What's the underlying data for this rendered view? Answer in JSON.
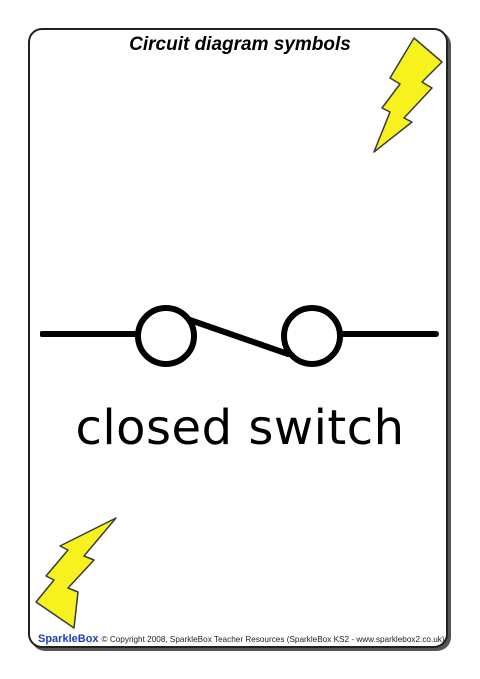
{
  "title": "Circuit diagram symbols",
  "symbol": {
    "label": "closed switch",
    "icon": "closed-switch-symbol-icon"
  },
  "decorations": {
    "top_icon": "lightning-bolt-icon",
    "bottom_icon": "lightning-bolt-icon",
    "bolt_fill": "#f7f21e",
    "bolt_stroke": "#3a3a3a"
  },
  "footer": {
    "brand": "SparkleBox",
    "copyright": "© Copyright 2008, SparkleBox Teacher Resources (SparkleBox KS2 - www.sparklebox2.co.uk)",
    "brand_color": "#1f3fb5"
  }
}
